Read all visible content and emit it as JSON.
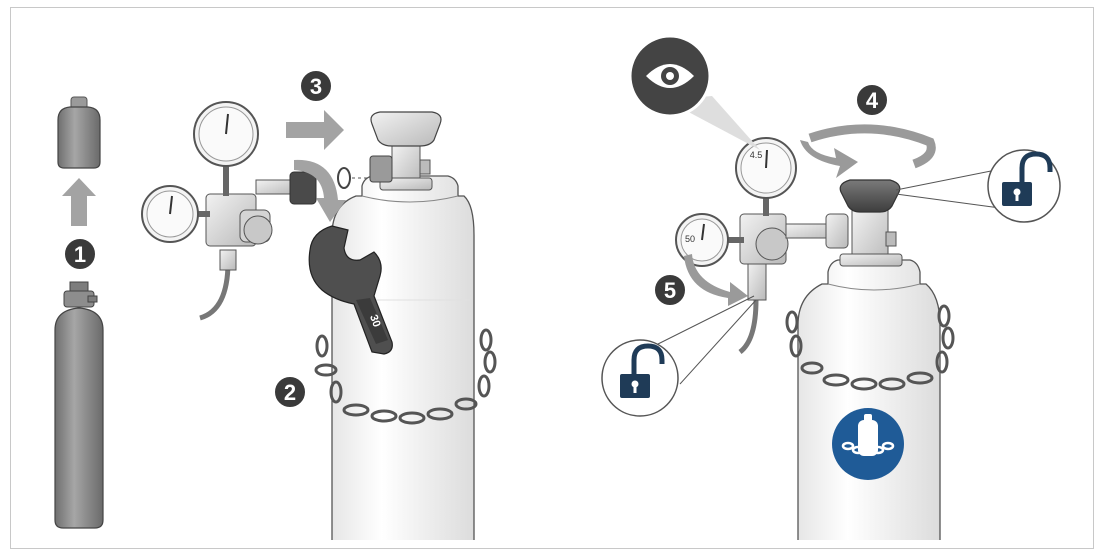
{
  "steps": {
    "step1": "1",
    "step2": "2",
    "step3": "3",
    "step4": "4",
    "step5": "5"
  },
  "labels": {
    "wrench_size": "30",
    "gauge_high_value": "4.5",
    "gauge_low_value": "50"
  },
  "icons": {
    "inspect": "eye-icon",
    "unlock_valve": "unlock-icon",
    "unlock_regulator": "unlock-icon",
    "secure_chain": "secure-cylinder-chain-icon"
  },
  "colors": {
    "step_badge": "#3a3a3a",
    "arrow_gray": "#9a9a9a",
    "cylinder_body": "#f4f4f4",
    "small_cylinder": "#8c8c8c",
    "lock_badge": "#1f3b57",
    "mandatory_blue": "#1f5b97"
  }
}
